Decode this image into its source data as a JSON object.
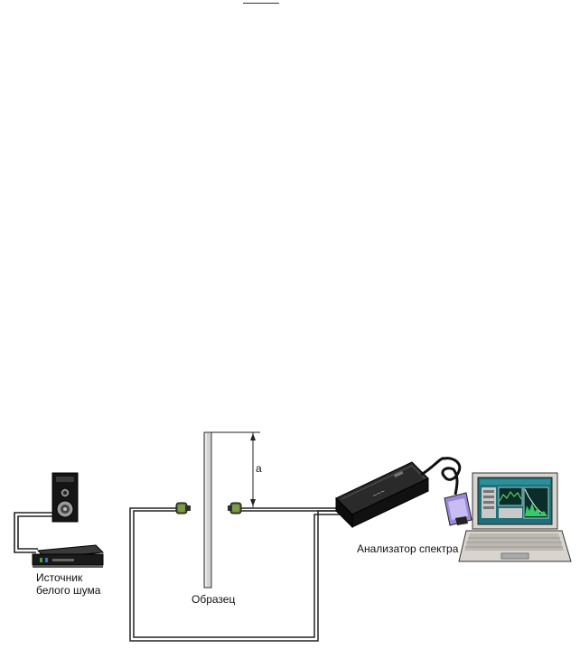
{
  "labels": {
    "noise_source": "Источник",
    "noise_source_2": "белого шума",
    "sample": "Образец",
    "analyzer": "Анализатор спектра",
    "distance": "a"
  },
  "colors": {
    "wire": "#222222",
    "sample_plate": "#d4d4d4",
    "analyzer_body": "#141414",
    "laptop_body": "#d8d5cf",
    "laptop_screen": "#1f6f78",
    "mic_capsule": "#556b2f"
  }
}
